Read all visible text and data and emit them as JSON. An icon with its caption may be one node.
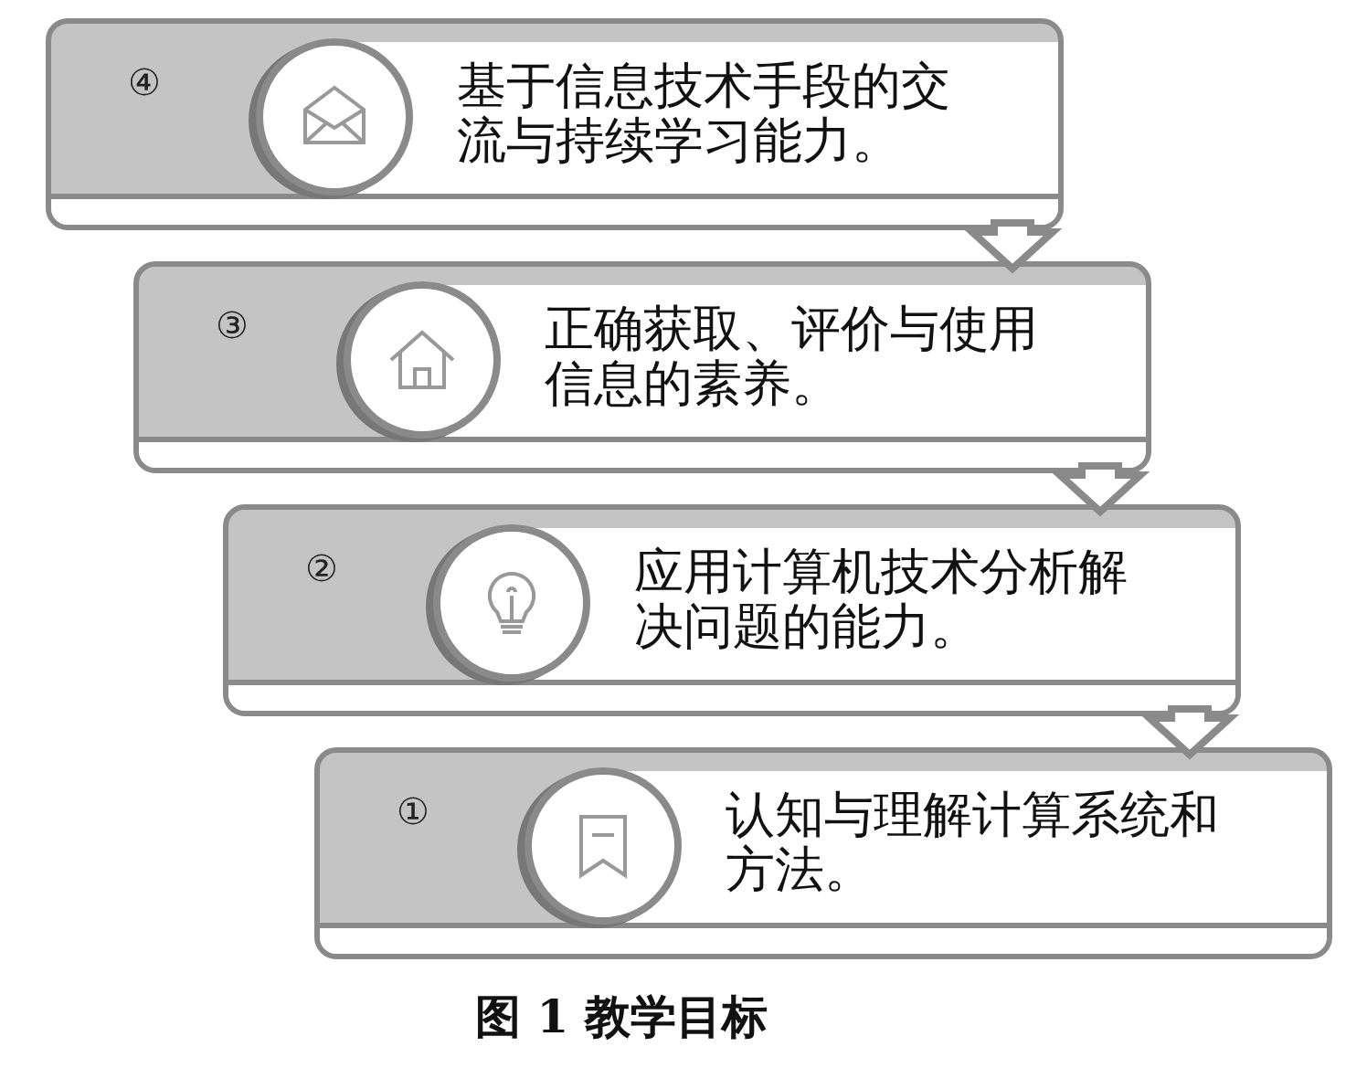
{
  "diagram": {
    "caption": "图 1 教学目标",
    "nodes": [
      {
        "text": [
          "④",
          "基于信息技术手段的交流与持续学习能力。"
        ]
      },
      {
        "text": [
          "③",
          "正确获取、评价与使用信息的素养。"
        ]
      },
      {
        "text": [
          "②",
          "应用计算机技术分析解决问题的能力。"
        ]
      },
      {
        "text": [
          "①",
          "认知与理解计算系统和方法。"
        ]
      }
    ],
    "edges": [
      {
        "from": 0,
        "to": 1,
        "arrow": "to"
      },
      {
        "from": 1,
        "to": 2,
        "arrow": "to"
      },
      {
        "from": 2,
        "to": 3,
        "arrow": "to"
      }
    ]
  }
}
